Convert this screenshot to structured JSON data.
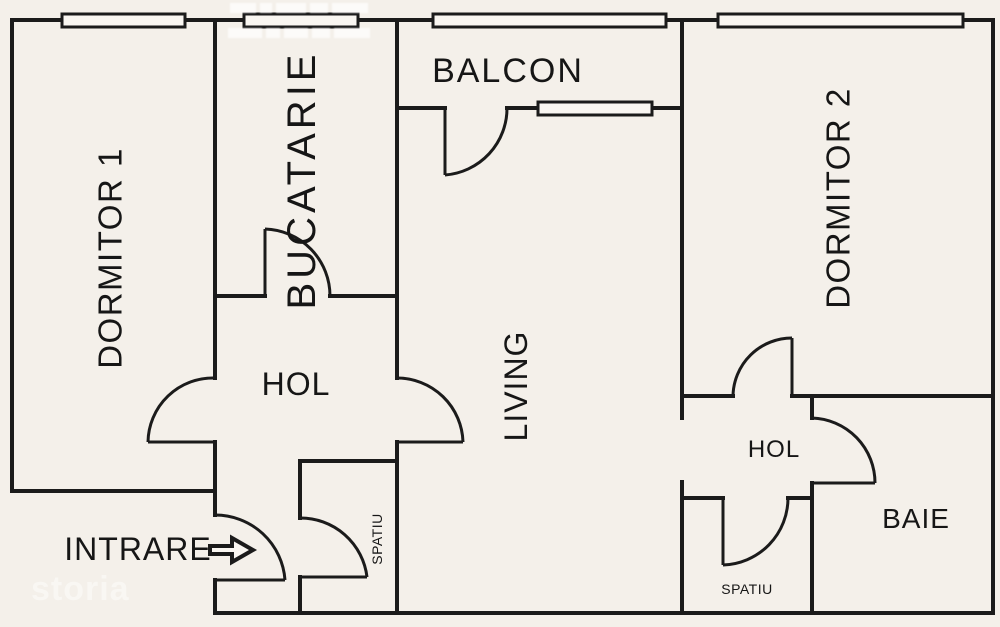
{
  "colors": {
    "background": "#f4f0ea",
    "wall": "#1b1b1b",
    "label": "#161616",
    "window_fill": "#f9f6f1",
    "watermark": "#ffffff"
  },
  "rooms": {
    "dormitor1": "DORMITOR 1",
    "bucatarie": "BUCATARIE",
    "balcon": "BALCON",
    "dormitor2": "DORMITOR 2",
    "living": "LIVING",
    "hol_main": "HOL",
    "hol_night": "HOL",
    "baie": "BAIE",
    "spatiu_entry": "SPATIU",
    "spatiu_night": "SPATIU"
  },
  "entrance": {
    "label": "INTRARE"
  },
  "watermark": {
    "brand": "storia"
  }
}
